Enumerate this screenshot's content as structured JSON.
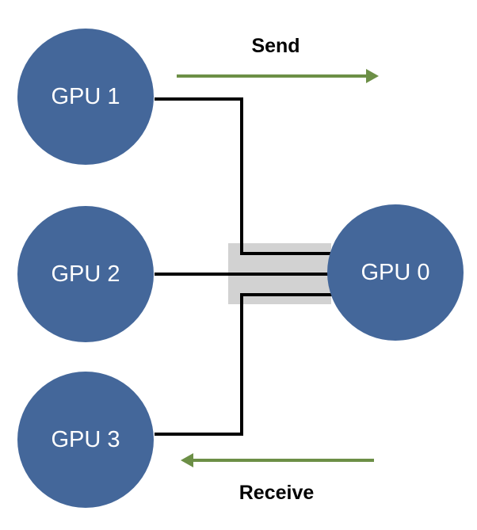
{
  "diagram": {
    "type": "gpu-topology",
    "nodes": [
      {
        "id": "gpu1",
        "label": "GPU 1"
      },
      {
        "id": "gpu2",
        "label": "GPU 2"
      },
      {
        "id": "gpu3",
        "label": "GPU 3"
      },
      {
        "id": "gpu0",
        "label": "GPU 0"
      }
    ],
    "links": [
      {
        "from": "GPU 1",
        "to": "GPU 0",
        "style": "elbow"
      },
      {
        "from": "GPU 2",
        "to": "GPU 0",
        "style": "straight"
      },
      {
        "from": "GPU 3",
        "to": "GPU 0",
        "style": "elbow"
      }
    ],
    "arrows": [
      {
        "id": "send",
        "label": "Send",
        "direction": "right"
      },
      {
        "id": "receive",
        "label": "Receive",
        "direction": "left"
      }
    ],
    "colors": {
      "node_fill": "#44679A",
      "node_text": "#FFFFFF",
      "line": "#000000",
      "arrow": "#6C8F46",
      "band": "#D2D2D2",
      "background": "#FFFFFF"
    }
  }
}
